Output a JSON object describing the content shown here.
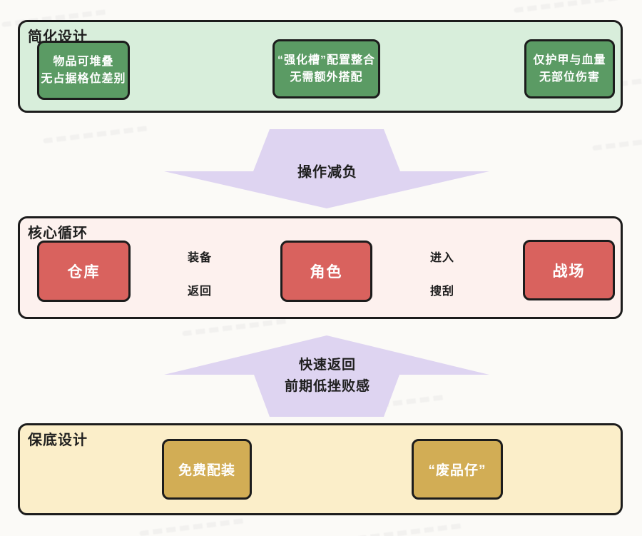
{
  "colors": {
    "page_bg": "#fbfaf7",
    "section_border": "#1c1c1c",
    "top_section_bg": "#d8eedb",
    "green_box_bg": "#5b9b64",
    "mid_section_bg": "#fdf1ee",
    "red_box_bg": "#d9625e",
    "bottom_section_bg": "#fbeec9",
    "gold_box_bg": "#d2ad55",
    "arrow_fill": "#ded4f1",
    "connector": "#1c1c1c",
    "box_text": "#ffffff",
    "title_text": "#1f1f1f"
  },
  "sections": {
    "top": {
      "title": "简化设计",
      "boxes": [
        {
          "lines": [
            "物品可堆叠",
            "无占据格位差别"
          ]
        },
        {
          "lines": [
            "“强化槽”配置整合",
            "无需额外搭配"
          ]
        },
        {
          "lines": [
            "仅护甲与血量",
            "无部位伤害"
          ]
        }
      ]
    },
    "middle": {
      "title": "核心循环",
      "nodes": [
        {
          "label": "仓库"
        },
        {
          "label": "角色"
        },
        {
          "label": "战场"
        }
      ],
      "edges": [
        {
          "label": "装备",
          "direction": "right"
        },
        {
          "label": "返回",
          "direction": "left"
        },
        {
          "label": "进入",
          "direction": "right"
        },
        {
          "label": "搜刮",
          "direction": "left"
        }
      ]
    },
    "bottom": {
      "title": "保底设计",
      "boxes": [
        {
          "label": "免费配装"
        },
        {
          "label": "“废品仔”"
        }
      ]
    }
  },
  "arrows": {
    "down": {
      "label": "操作减负"
    },
    "up": {
      "lines": [
        "快速返回",
        "前期低挫败感"
      ]
    }
  }
}
